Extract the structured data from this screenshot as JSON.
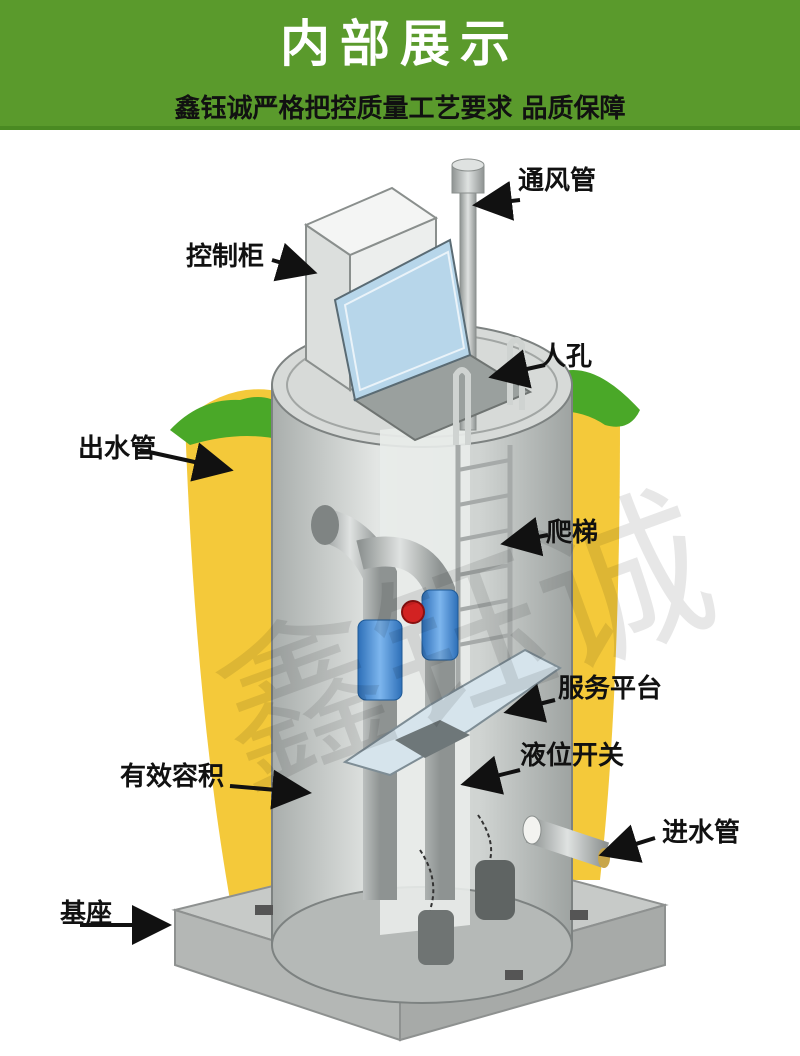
{
  "header": {
    "title": "内部展示",
    "subtitle": "鑫钰诚严格把控质量工艺要求 品质保障"
  },
  "labels": {
    "vent_pipe": "通风管",
    "control_cabinet": "控制柜",
    "manhole": "人孔",
    "outlet_pipe": "出水管",
    "ladder": "爬梯",
    "service_platform": "服务平台",
    "level_switch": "液位开关",
    "effective_volume": "有效容积",
    "inlet_pipe": "进水管",
    "base": "基座"
  },
  "watermark": "鑫钰诚",
  "colors": {
    "header_green": "#5a9a2c",
    "grass_green": "#4aa828",
    "soil_yellow": "#f4c93a",
    "tank_grey": "#c9cdcb",
    "pipe_blue": "#4a8fd6",
    "valve_red": "#d22222"
  }
}
